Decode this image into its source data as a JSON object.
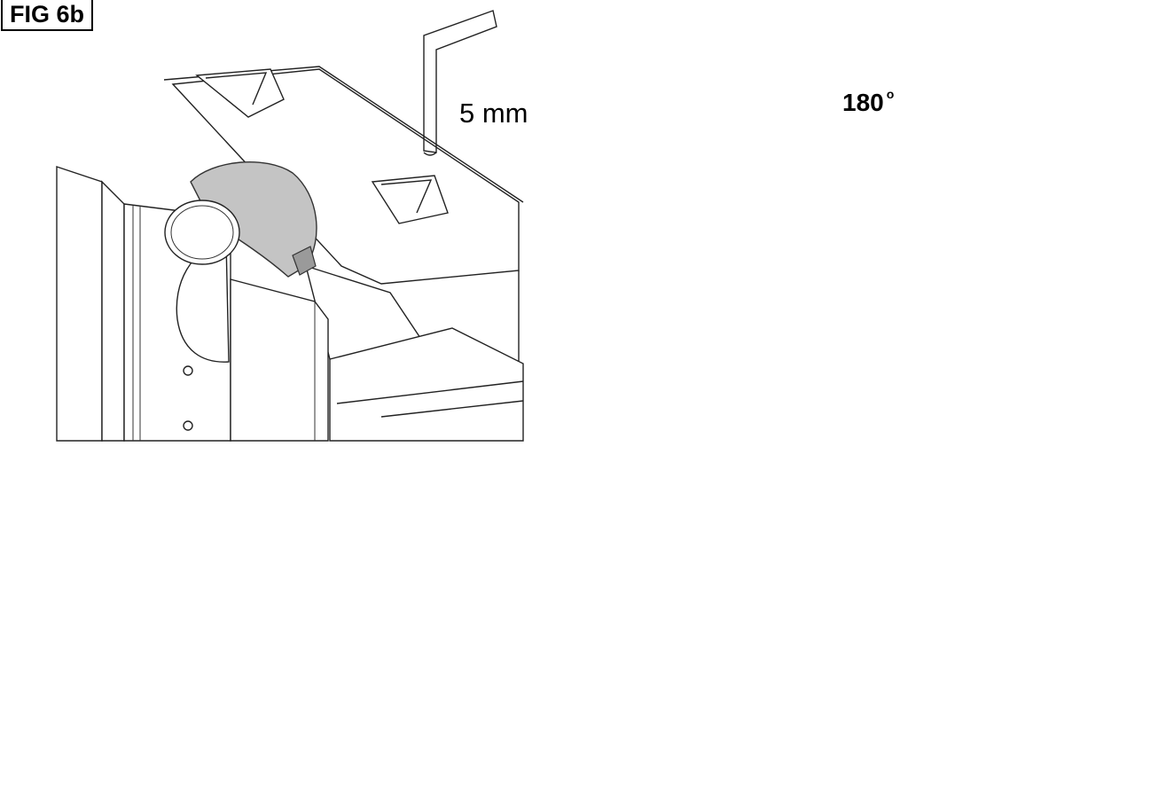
{
  "figure": {
    "label": "FIG 6b",
    "tool_size": "5 mm",
    "rotation_angle": "180",
    "rotation_unit": "o"
  },
  "colors": {
    "line": "#222222",
    "part_fill": "#c4c4c4",
    "arrow": "#333333",
    "background": "#ffffff"
  },
  "icons": [
    "hex-key-icon",
    "rotate-arrow-icon",
    "down-arrow-icon",
    "tighten-arrow-icon"
  ]
}
